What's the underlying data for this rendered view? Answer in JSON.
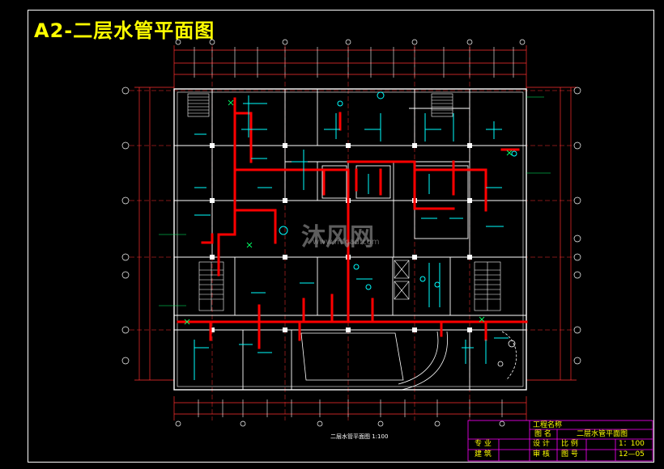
{
  "drawing": {
    "title": "A2-二层水管平面图",
    "caption": "二层水管平面图 1:100"
  },
  "watermark": {
    "text": "沐风网",
    "url": "www.mfcad.com"
  },
  "title_block": {
    "project_label": "工程名称",
    "name_label": "图  名",
    "drawing_name": "二层水管平面图",
    "row1": [
      "专 业",
      "设 计",
      "比 例",
      "1：100"
    ],
    "row2": [
      "建 筑",
      "审 核",
      "图 号",
      "12—05"
    ]
  },
  "colors": {
    "background": "#000000",
    "walls": "#ffffff",
    "water_pipes": "#ff0000",
    "fixtures": "#00ffff",
    "dimensions": "#ff3030",
    "title": "#ffff00",
    "title_block_lines": "#ff00ff",
    "labels": "#00ff66"
  },
  "icons": [
    "stair-icon",
    "elevator-icon",
    "pipe-riser-icon",
    "valve-icon",
    "axis-bubble-icon"
  ]
}
